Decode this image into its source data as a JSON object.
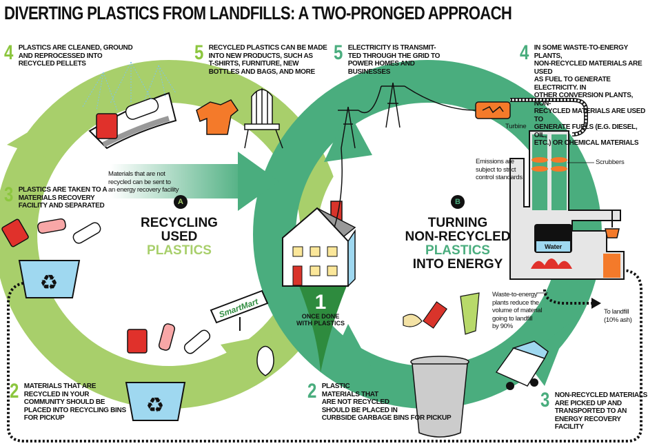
{
  "title": "DIVERTING PLASTICS FROM LANDFILLS: A TWO-PRONGED APPROACH",
  "colors": {
    "recycling_green": "#a8cf6b",
    "energy_green": "#4aad7e",
    "center_green": "#2e8b3e",
    "bin_blue": "#9fd8f0",
    "orange": "#f47a2a",
    "red": "#e0312b"
  },
  "center": {
    "number": "1",
    "text": "ONCE DONE\nWITH PLASTICS"
  },
  "recycling": {
    "badge": "A",
    "heading_line1": "RECYCLING",
    "heading_line2": "USED",
    "heading_accent": "PLASTICS",
    "transfer_note": "Materials that are not\nrecycled can be sent to\nan energy recovery facility",
    "store_sign": "SmartMart",
    "steps": [
      {
        "number": "2",
        "text": "MATERIALS THAT ARE\nRECYCLED IN YOUR\nCOMMUNITY SHOULD BE\nPLACED INTO RECYCLING BINS\nFOR PICKUP"
      },
      {
        "number": "3",
        "text": "PLASTICS ARE TAKEN TO A\nMATERIALS RECOVERY\nFACILITY AND SEPARATED"
      },
      {
        "number": "4",
        "text": "PLASTICS ARE CLEANED, GROUND\nAND REPROCESSED INTO\nRECYCLED PELLETS"
      },
      {
        "number": "5",
        "text": "RECYCLED PLASTICS CAN BE MADE\nINTO NEW PRODUCTS, SUCH AS\nT-SHIRTS, FURNITURE, NEW\nBOTTLES AND BAGS, AND MORE"
      }
    ]
  },
  "energy": {
    "badge": "B",
    "heading_line1": "TURNING",
    "heading_line2": "NON-RECYCLED",
    "heading_accent": "PLASTICS",
    "heading_line4": "INTO ENERGY",
    "steps": [
      {
        "number": "2",
        "text": "PLASTIC\nMATERIALS THAT\nARE NOT RECYCLED\nSHOULD BE PLACED IN\nCURBSIDE GARBAGE BINS FOR PICKUP"
      },
      {
        "number": "3",
        "text": "NON-RECYCLED MATERIALS\nARE PICKED UP AND\nTRANSPORTED TO AN\nENERGY RECOVERY FACILITY"
      },
      {
        "number": "4",
        "text": "IN SOME WASTE-TO-ENERGY PLANTS,\nNON-RECYCLED MATERIALS ARE USED\nAS FUEL TO GENERATE ELECTRICITY. IN\nOTHER CONVERSION PLANTS, NON-\nRECYCLED MATERIALS ARE USED TO\nGENERATE FUELS (E.G. DIESEL, OIL,\nETC.) OR CHEMICAL MATERIALS"
      },
      {
        "number": "5",
        "text": "ELECTRICITY IS TRANSMIT-\nTED THROUGH THE GRID TO\nPOWER HOMES AND\nBUSINESSES"
      }
    ],
    "plant_labels": {
      "turbine": "Turbine",
      "scrubbers": "Scrubbers",
      "emissions": "Emissions are\nsubject to strict\ncontrol standards",
      "water": "Water",
      "reduction": "Waste-to-energy\nplants reduce the\nvolume of material\ngoing to landfill\nby 90%",
      "landfill": "To landfill\n(10% ash)"
    }
  }
}
